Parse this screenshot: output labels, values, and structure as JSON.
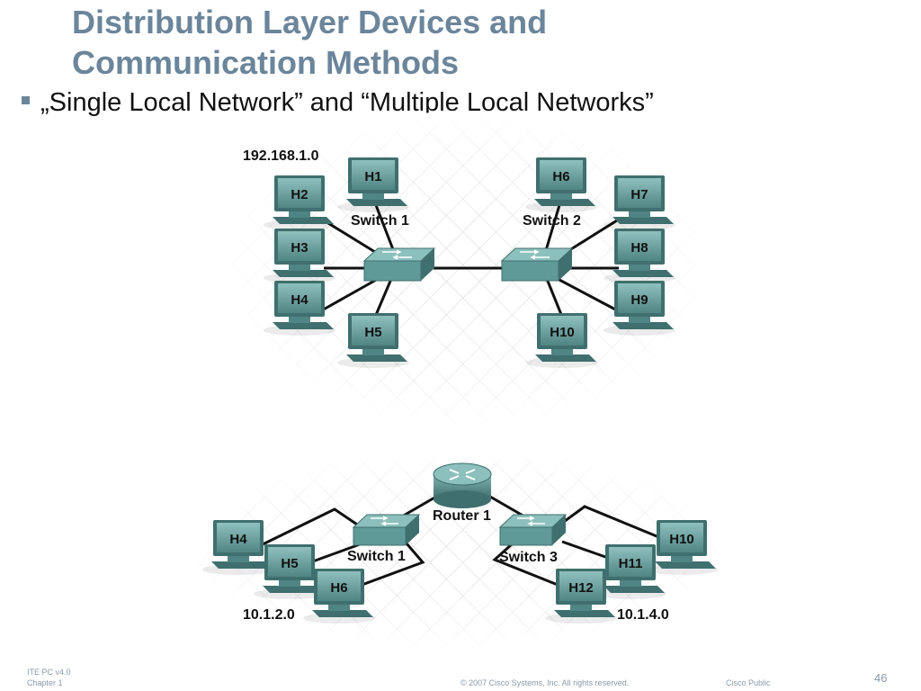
{
  "slide": {
    "title_line1": "Distribution Layer Devices and",
    "title_line2": "Communication Methods",
    "bullet": "„Single Local Network” and “Multiple Local Networks”"
  },
  "diagram_top": {
    "network_label": "192.168.1.0",
    "switch1_label": "Switch 1",
    "switch2_label": "Switch 2",
    "hosts": [
      "H1",
      "H2",
      "H3",
      "H4",
      "H5",
      "H6",
      "H7",
      "H8",
      "H9",
      "H10"
    ]
  },
  "diagram_bottom": {
    "router_label": "Router 1",
    "switch1_label": "Switch 1",
    "switch3_label": "Switch 3",
    "network_left": "10.1.2.0",
    "network_right": "10.1.4.0",
    "hosts": [
      "H4",
      "H5",
      "H6",
      "H10",
      "H11",
      "H12"
    ]
  },
  "colors": {
    "title": "#6b859b",
    "device": "#5f9a98",
    "device_dark": "#3f6f6e",
    "link": "#111111"
  },
  "footer": {
    "course": "ITE PC v4.0",
    "chapter": "Chapter 1",
    "copyright": "© 2007 Cisco Systems, Inc. All rights reserved.",
    "classification": "Cisco Public",
    "page": "46"
  }
}
